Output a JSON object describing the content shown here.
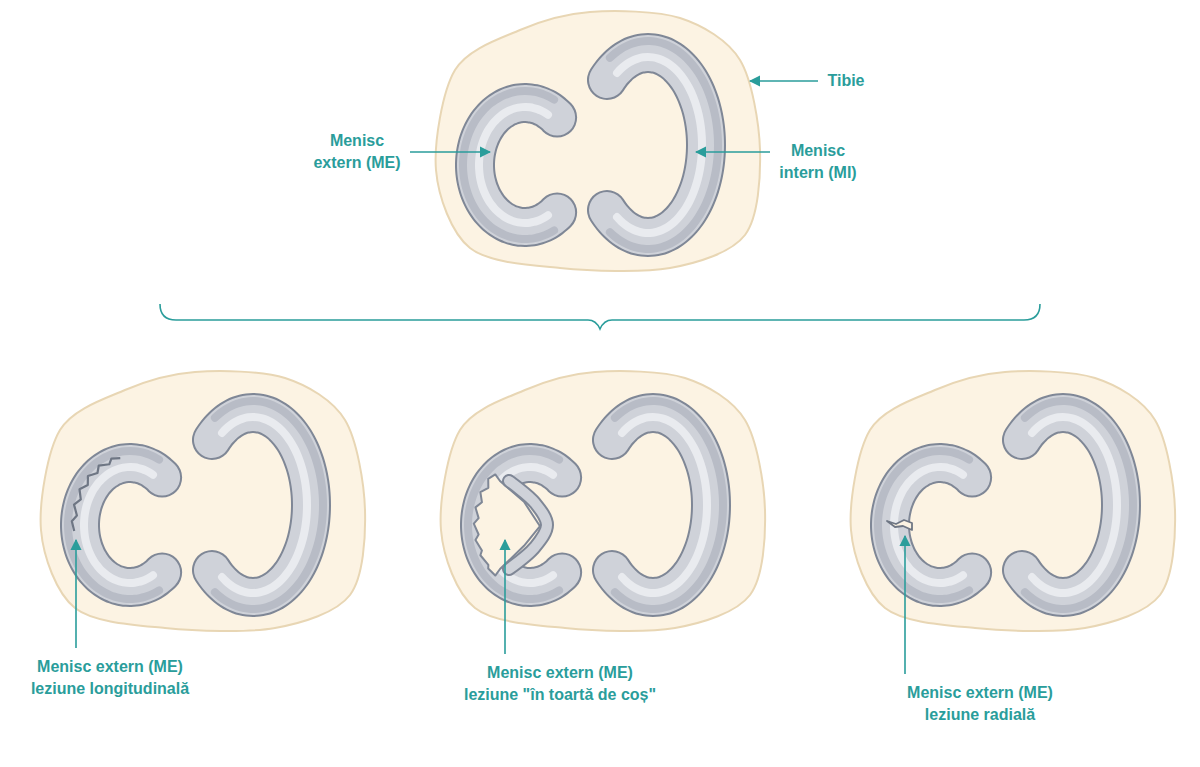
{
  "diagram": {
    "labels": [
      "Tibie",
      "Menisc extern (ME)",
      "Menisc intern (MI)",
      "Menisc extern (ME) leziune longitudinală",
      "Menisc extern (ME) leziune \"în toartă de coș\"",
      "Menisc extern (ME) leziune radială"
    ]
  }
}
